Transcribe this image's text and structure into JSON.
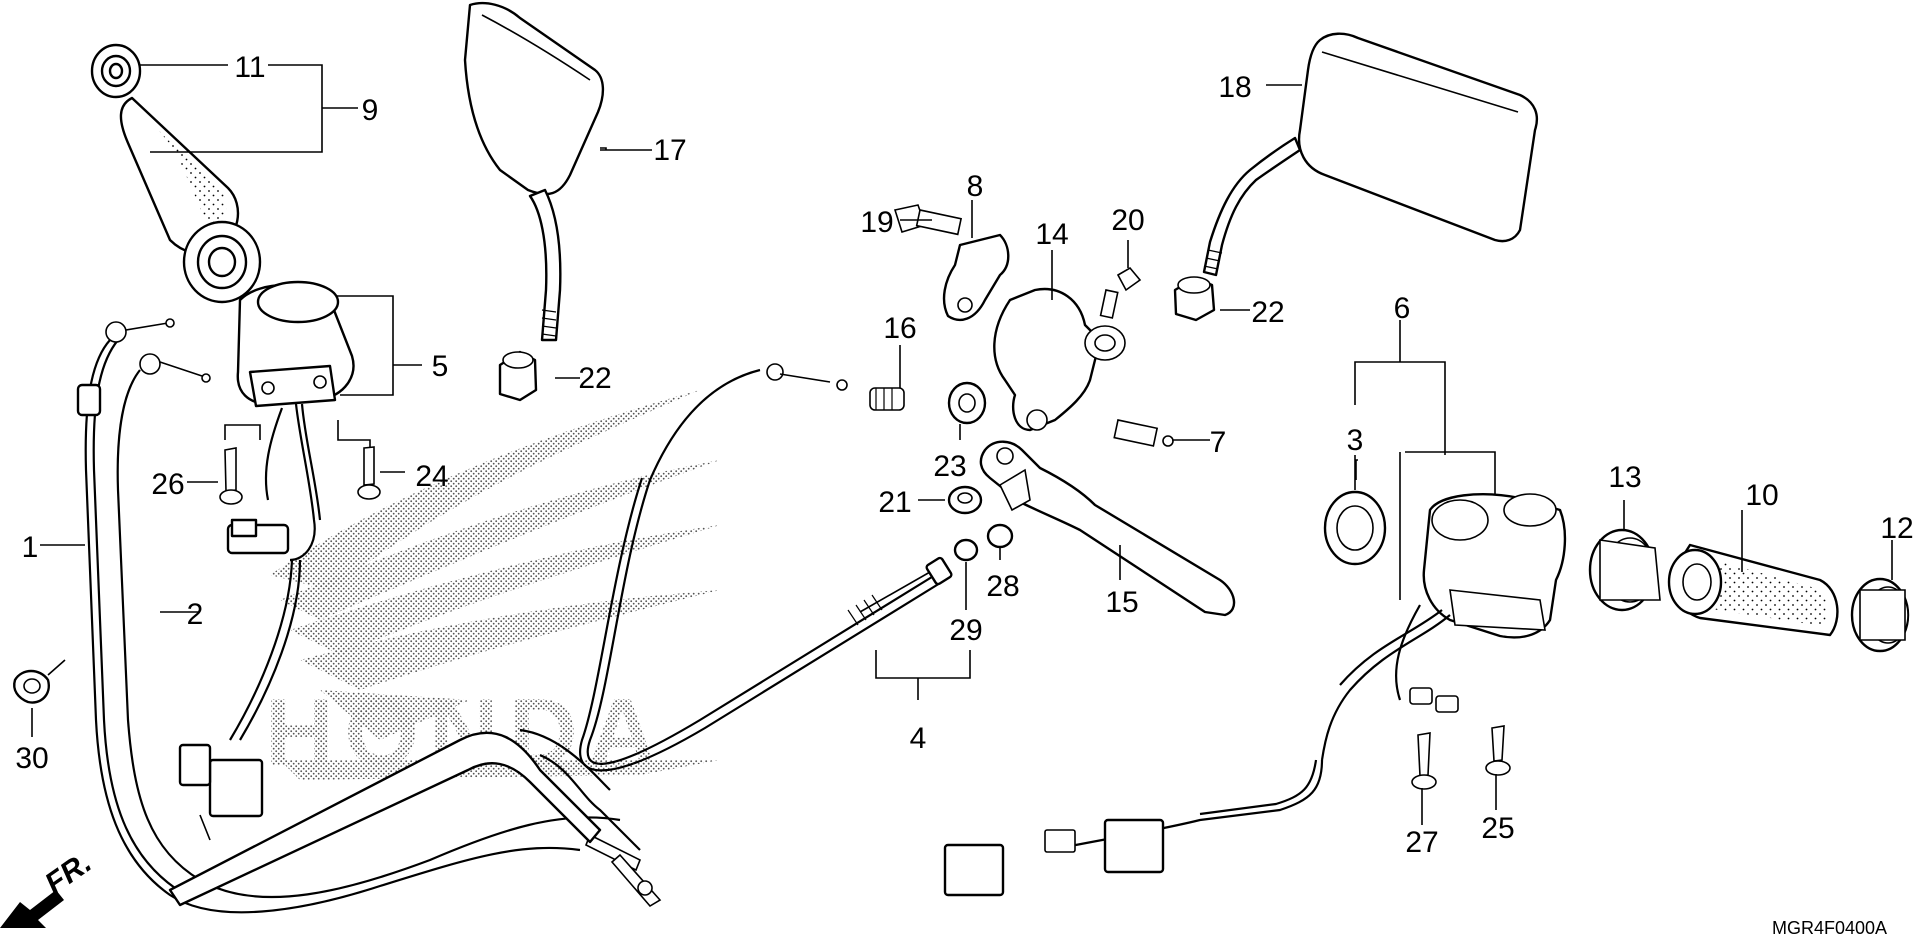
{
  "diagram": {
    "drawing_code": "MGR4F0400A",
    "direction_marker": "FR.",
    "watermark": "HONDA",
    "callouts": [
      "1",
      "2",
      "3",
      "4",
      "5",
      "6",
      "7",
      "8",
      "9",
      "10",
      "11",
      "12",
      "13",
      "14",
      "15",
      "16",
      "17",
      "18",
      "19",
      "20",
      "21",
      "22",
      "22",
      "22",
      "23",
      "24",
      "25",
      "26",
      "27",
      "28",
      "29",
      "30"
    ]
  }
}
